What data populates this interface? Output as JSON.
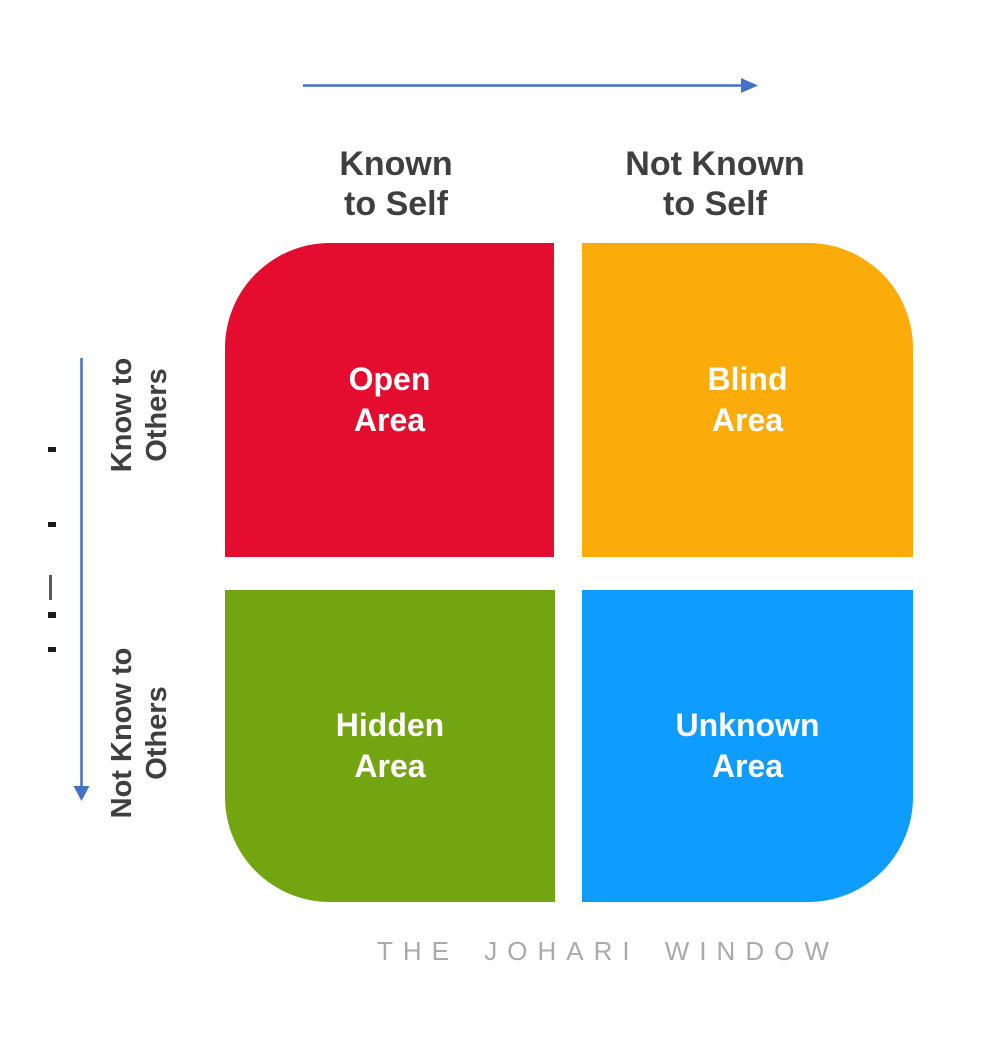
{
  "diagram": {
    "caption": "THE JOHARI WINDOW",
    "column_headers": [
      {
        "line1": "Known",
        "line2": "to Self"
      },
      {
        "line1": "Not Known",
        "line2": "to Self"
      }
    ],
    "row_headers": [
      {
        "line1": "Know to",
        "line2": "Others"
      },
      {
        "line1": "Not Know to",
        "line2": "Others"
      }
    ],
    "quadrants": [
      {
        "name": "open",
        "line1": "Open",
        "line2": "Area",
        "color": "#E40C2F"
      },
      {
        "name": "blind",
        "line1": "Blind",
        "line2": "Area",
        "color": "#FCAC0A"
      },
      {
        "name": "hidden",
        "line1": "Hidden",
        "line2": "Area",
        "color": "#72A510"
      },
      {
        "name": "unknown",
        "line1": "Unknown",
        "line2": "Area",
        "color": "#0E9CFE"
      }
    ],
    "colors": {
      "background": "#FFFFFF",
      "header_text": "#3F3F3F",
      "quadrant_text": "#FFFFFF",
      "caption_text": "#AAAAAA",
      "arrow": "#4472C4",
      "tick": "#1C1C1C",
      "tick_bar": "#5A5A5A"
    }
  }
}
